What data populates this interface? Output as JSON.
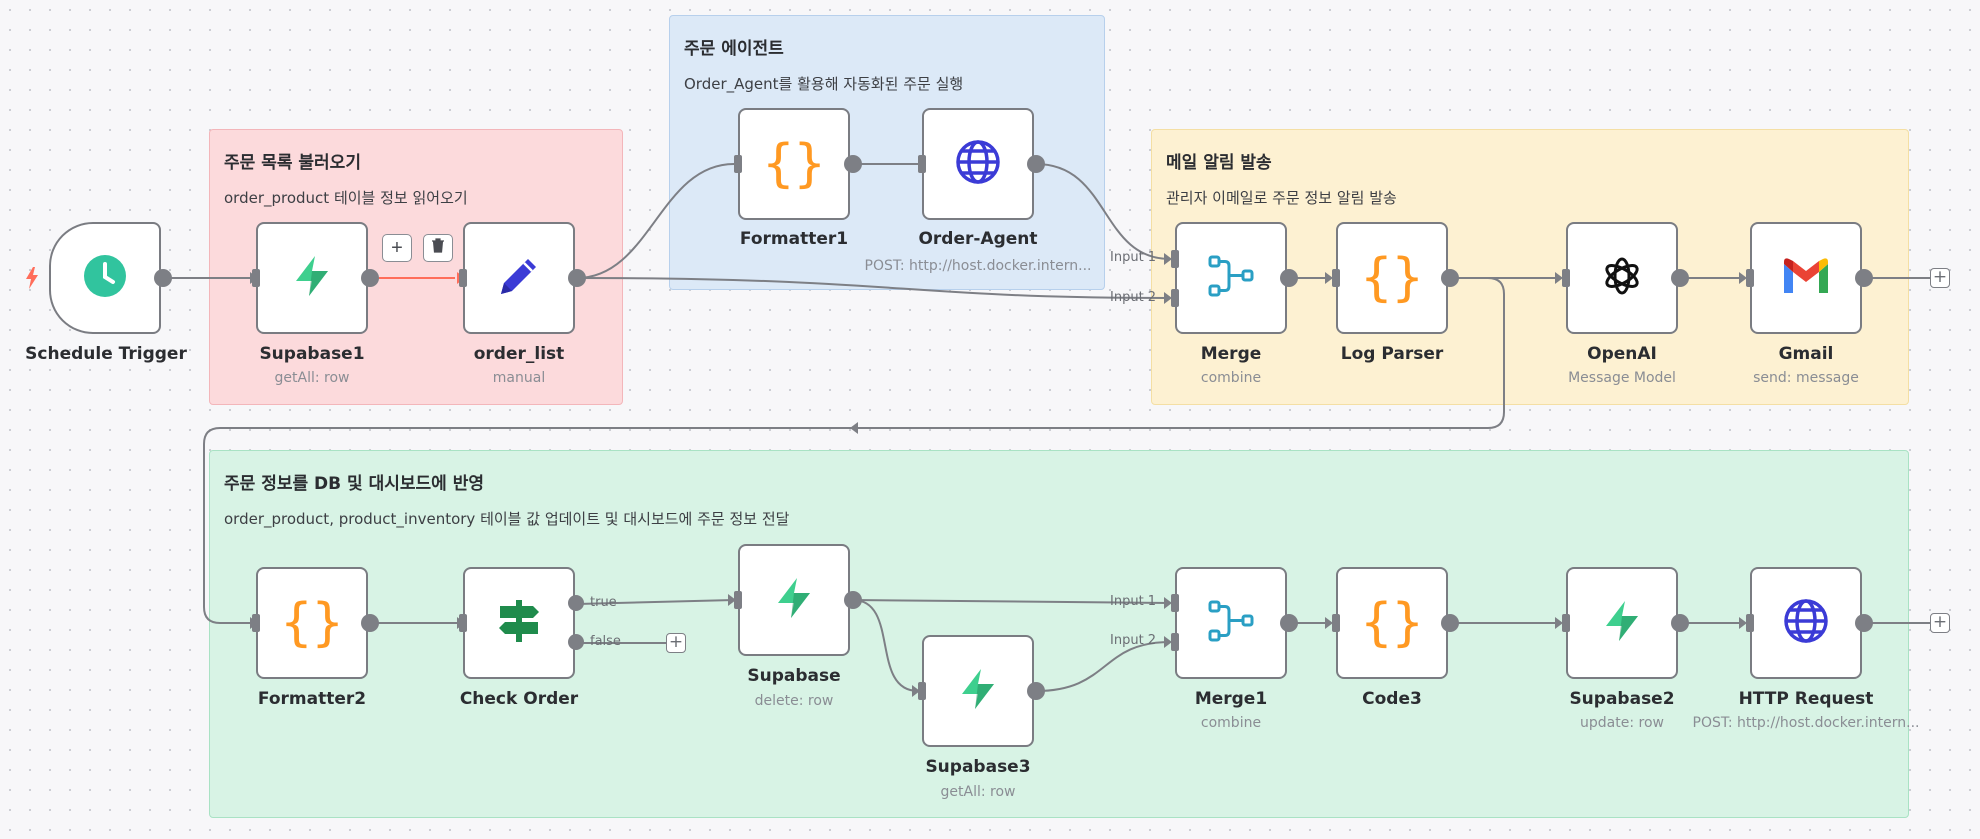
{
  "colors": {
    "wire": "#7d7f85",
    "hover_wire": "#ff6d5a",
    "supabase": "#3ecf8e",
    "code": "#ff9922",
    "globe": "#3b3bd6",
    "schedule": "#31c49e",
    "merge": "#2a9fc4",
    "if": "#1f8b4c"
  },
  "stickies": {
    "fetch": {
      "title": "주문 목록 불러오기",
      "desc": "order_product 테이블 정보 읽어오기"
    },
    "agent": {
      "title": "주문 에이전트",
      "desc": "Order_Agent를 활용해 자동화된 주문 실행"
    },
    "mail": {
      "title": "메일 알림 발송",
      "desc": "관리자 이메일로 주문 정보 알림 발송"
    },
    "db": {
      "title": "주문 정보를 DB 및 대시보드에 반영",
      "desc": "order_product, product_inventory 테이블 값 업데이트 및 대시보드에 주문 정보 전달"
    }
  },
  "nodes": {
    "schedule": {
      "label": "Schedule Trigger",
      "icon": "clock-icon"
    },
    "supabase1": {
      "label": "Supabase1",
      "sub": "getAll: row",
      "icon": "supabase-icon"
    },
    "order_list": {
      "label": "order_list",
      "sub": "manual",
      "icon": "pencil-icon"
    },
    "formatter1": {
      "label": "Formatter1",
      "icon": "code-braces-icon"
    },
    "order_agent": {
      "label": "Order-Agent",
      "sub": "POST: http://host.docker.intern...",
      "icon": "globe-icon"
    },
    "merge": {
      "label": "Merge",
      "sub": "combine",
      "icon": "merge-icon",
      "input1": "Input 1",
      "input2": "Input 2"
    },
    "log_parser": {
      "label": "Log Parser",
      "icon": "code-braces-icon"
    },
    "openai": {
      "label": "OpenAI",
      "sub": "Message Model",
      "icon": "openai-icon"
    },
    "gmail": {
      "label": "Gmail",
      "sub": "send: message",
      "icon": "gmail-icon"
    },
    "formatter2": {
      "label": "Formatter2",
      "icon": "code-braces-icon"
    },
    "check_order": {
      "label": "Check Order",
      "icon": "signpost-icon",
      "true_label": "true",
      "false_label": "false"
    },
    "supabase": {
      "label": "Supabase",
      "sub": "delete: row",
      "icon": "supabase-icon"
    },
    "supabase3": {
      "label": "Supabase3",
      "sub": "getAll: row",
      "icon": "supabase-icon"
    },
    "merge1": {
      "label": "Merge1",
      "sub": "combine",
      "icon": "merge-icon",
      "input1": "Input 1",
      "input2": "Input 2"
    },
    "code3": {
      "label": "Code3",
      "icon": "code-braces-icon"
    },
    "supabase2": {
      "label": "Supabase2",
      "sub": "update: row",
      "icon": "supabase-icon"
    },
    "http_request": {
      "label": "HTTP Request",
      "sub": "POST: http://host.docker.intern...",
      "icon": "globe-icon"
    }
  },
  "toolbar": {
    "add_symbol": "+",
    "delete": "trash-icon"
  },
  "plus_symbol": "+"
}
